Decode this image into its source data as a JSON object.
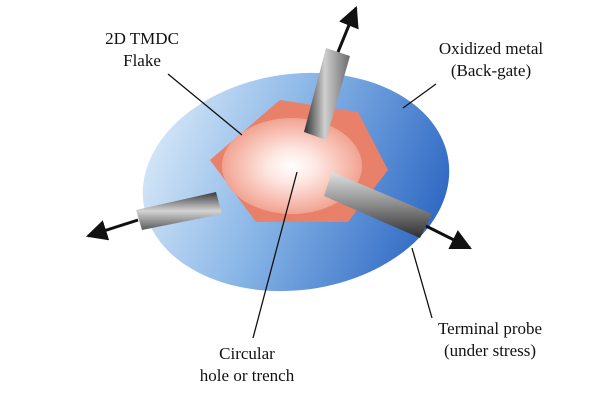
{
  "labels": {
    "flake": {
      "line1": "2D TMDC",
      "line2": "Flake"
    },
    "metal": {
      "line1": "Oxidized metal",
      "line2": "(Back-gate)"
    },
    "probe": {
      "line1": "Terminal probe",
      "line2": "(under stress)"
    },
    "hole": {
      "line1": "Circular",
      "line2": "hole or trench"
    }
  },
  "colors": {
    "metal_light": "#c9e0f6",
    "metal_dark": "#2f6ec8",
    "flake": "#e8806a",
    "hole_center": "#ffffff",
    "probe_light": "#d8d8d8",
    "probe_dark": "#3e3e3e",
    "arrow": "#111111"
  }
}
